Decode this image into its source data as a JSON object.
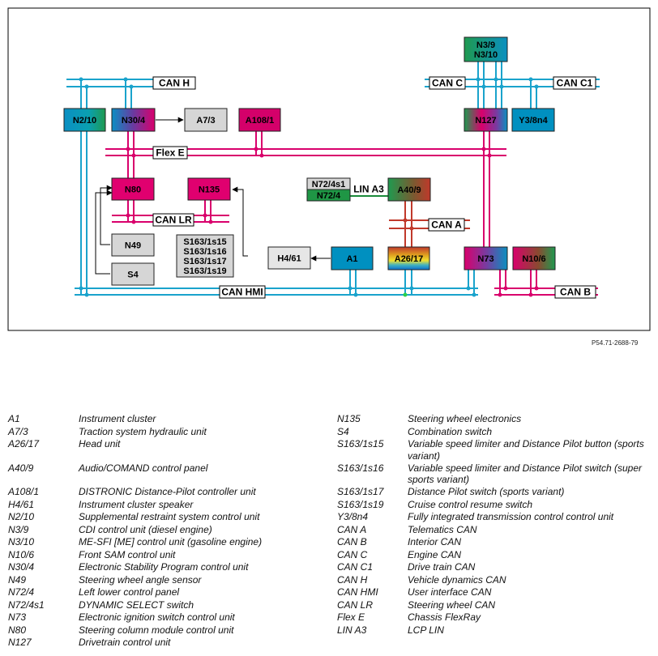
{
  "diagram": {
    "units": [
      {
        "id": "N2/10",
        "fill": "gB"
      },
      {
        "id": "N30/4",
        "fill": "gBP"
      },
      {
        "id": "A7/3",
        "fill": "#d6d6d6"
      },
      {
        "id": "A108/1",
        "fill": "#d4006a"
      },
      {
        "id": "N3/9\nN3/10",
        "fill": "gGB"
      },
      {
        "id": "N127",
        "fill": "gRG"
      },
      {
        "id": "Y3/8n4",
        "fill": "#0090c0"
      },
      {
        "id": "N80",
        "fill": "#e0006f"
      },
      {
        "id": "N135",
        "fill": "#e0006f"
      },
      {
        "id": "N72/4s1",
        "fill": "#d6d6d6"
      },
      {
        "id": "N72/4",
        "fill": "#1f9645"
      },
      {
        "id": "A40/9",
        "fill": "gGR"
      },
      {
        "id": "N49",
        "fill": "#d6d6d6"
      },
      {
        "id": "S4",
        "fill": "#d6d6d6"
      },
      {
        "id": "S163/1s15\nS163/1s16\nS163/1s17\nS163/1s19",
        "fill": "#d6d6d6"
      },
      {
        "id": "H4/61",
        "fill": "#e6e6e6"
      },
      {
        "id": "A1",
        "fill": "#0090c0"
      },
      {
        "id": "A26/17",
        "fill": "gRainbow"
      },
      {
        "id": "N73",
        "fill": "gN73"
      },
      {
        "id": "N10/6",
        "fill": "gGR2"
      }
    ],
    "bus_labels": [
      "CAN H",
      "CAN C",
      "CAN C1",
      "Flex E",
      "LIN A3",
      "CAN LR",
      "CAN A",
      "CAN HMI",
      "CAN B"
    ],
    "colors": {
      "blue": "#1aa3cc",
      "magenta": "#d9006c",
      "red": "#c0392b",
      "green": "#1a8a3a",
      "grey": "#d6d6d6"
    }
  },
  "reference": "P54.71-2688-79",
  "legend_left": [
    {
      "code": "A1",
      "desc": "Instrument cluster"
    },
    {
      "code": "A7/3",
      "desc": "Traction system hydraulic unit"
    },
    {
      "code": "A26/17",
      "desc": "Head unit"
    },
    {
      "code": "A40/9",
      "desc": "Audio/COMAND control panel"
    },
    {
      "code": "A108/1",
      "desc": "DISTRONIC Distance-Pilot controller unit"
    },
    {
      "code": "H4/61",
      "desc": "Instrument cluster speaker"
    },
    {
      "code": "N2/10",
      "desc": "Supplemental restraint system control unit"
    },
    {
      "code": "N3/9",
      "desc": "CDI control unit (diesel engine)"
    },
    {
      "code": "N3/10",
      "desc": "ME-SFI [ME] control unit (gasoline engine)"
    },
    {
      "code": "N10/6",
      "desc": "Front SAM control unit"
    },
    {
      "code": "N30/4",
      "desc": "Electronic Stability Program control unit"
    },
    {
      "code": "N49",
      "desc": "Steering wheel angle sensor"
    },
    {
      "code": "N72/4",
      "desc": "Left lower control panel"
    },
    {
      "code": "N72/4s1",
      "desc": "DYNAMIC SELECT switch"
    },
    {
      "code": "N73",
      "desc": "Electronic ignition switch control unit"
    },
    {
      "code": "N80",
      "desc": "Steering column module control unit"
    },
    {
      "code": "N127",
      "desc": "Drivetrain control unit"
    }
  ],
  "legend_right": [
    {
      "code": "N135",
      "desc": "Steering wheel electronics"
    },
    {
      "code": "S4",
      "desc": "Combination switch"
    },
    {
      "code": "S163/1s15",
      "desc": "Variable speed limiter and Distance Pilot button (sports variant)"
    },
    {
      "code": "S163/1s16",
      "desc": "Variable speed limiter and Distance Pilot switch (super sports variant)"
    },
    {
      "code": "S163/1s17",
      "desc": "Distance Pilot switch (sports variant)"
    },
    {
      "code": "S163/1s19",
      "desc": "Cruise control resume switch"
    },
    {
      "code": "Y3/8n4",
      "desc": "Fully integrated transmission control control unit"
    },
    {
      "code": "CAN A",
      "desc": "Telematics CAN"
    },
    {
      "code": "CAN B",
      "desc": "Interior CAN"
    },
    {
      "code": "CAN C",
      "desc": "Engine CAN"
    },
    {
      "code": "CAN C1",
      "desc": "Drive train CAN"
    },
    {
      "code": "CAN H",
      "desc": "Vehicle dynamics CAN"
    },
    {
      "code": "CAN HMI",
      "desc": "User interface CAN"
    },
    {
      "code": "CAN LR",
      "desc": "Steering wheel CAN"
    },
    {
      "code": "Flex E",
      "desc": "Chassis FlexRay"
    },
    {
      "code": "LIN A3",
      "desc": "LCP LIN"
    }
  ]
}
